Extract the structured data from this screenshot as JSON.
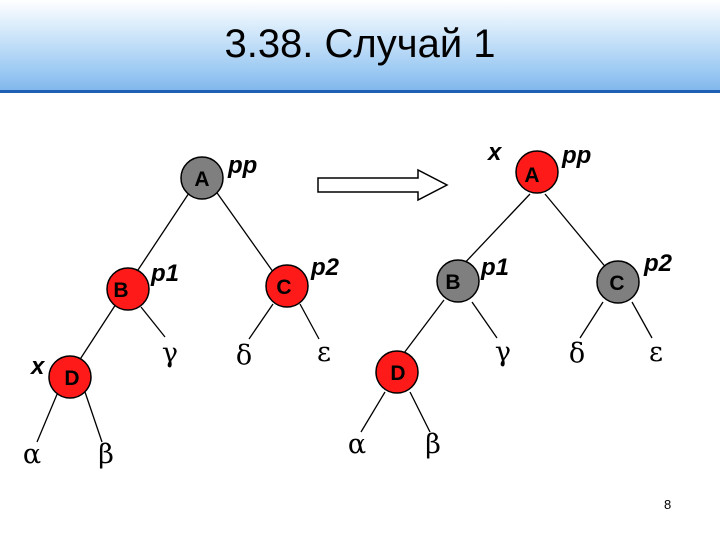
{
  "slide": {
    "title": "3.38. Случай 1",
    "page_number": "8"
  },
  "colors": {
    "red": "#ff1a1a",
    "black_node": "#7f7f7f",
    "edge": "#000000"
  },
  "left_tree": {
    "node_a": {
      "label": "A",
      "tag": "pp",
      "color": "black"
    },
    "node_b": {
      "label": "B",
      "tag": "p1",
      "color": "red"
    },
    "node_c": {
      "label": "C",
      "tag": "p2",
      "color": "red"
    },
    "node_d": {
      "label": "D",
      "tag": "x",
      "color": "red"
    },
    "subtrees": [
      "α",
      "β",
      "γ",
      "δ",
      "ε"
    ]
  },
  "right_tree": {
    "node_a": {
      "label": "A",
      "tag_left": "x",
      "tag_right": "pp",
      "color": "red"
    },
    "node_b": {
      "label": "B",
      "tag": "p1",
      "color": "black"
    },
    "node_c": {
      "label": "C",
      "tag": "p2",
      "color": "black"
    },
    "node_d": {
      "label": "D",
      "color": "red"
    },
    "subtrees": [
      "α",
      "β",
      "γ",
      "δ",
      "ε"
    ]
  },
  "arrow": {
    "icon": "hollow-right-arrow"
  }
}
